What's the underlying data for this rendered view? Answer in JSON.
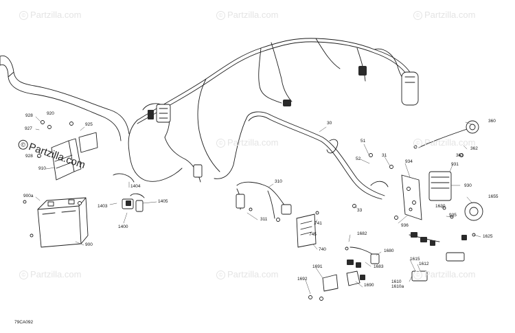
{
  "watermark": "Partzilla.com",
  "watermark_symbol": "©",
  "diagram_code": "79CA092",
  "part_labels": [
    "928",
    "920",
    "927",
    "925",
    "928",
    "910",
    "900a",
    "900",
    "1404",
    "1403",
    "1405",
    "1400",
    "30",
    "51",
    "52",
    "31",
    "33",
    "934",
    "931",
    "930",
    "936",
    "1630",
    "1655",
    "935",
    "1625",
    "360",
    "361",
    "362",
    "310",
    "311",
    "741",
    "745",
    "740",
    "1682",
    "1680",
    "1683",
    "1690",
    "1691",
    "1692",
    "1615",
    "1612",
    "1610",
    "1610a"
  ],
  "colors": {
    "line": "#1a1a1a",
    "watermark": "#e4e4e4",
    "fill": "#ffffff",
    "dark": "#2a2a2a"
  }
}
